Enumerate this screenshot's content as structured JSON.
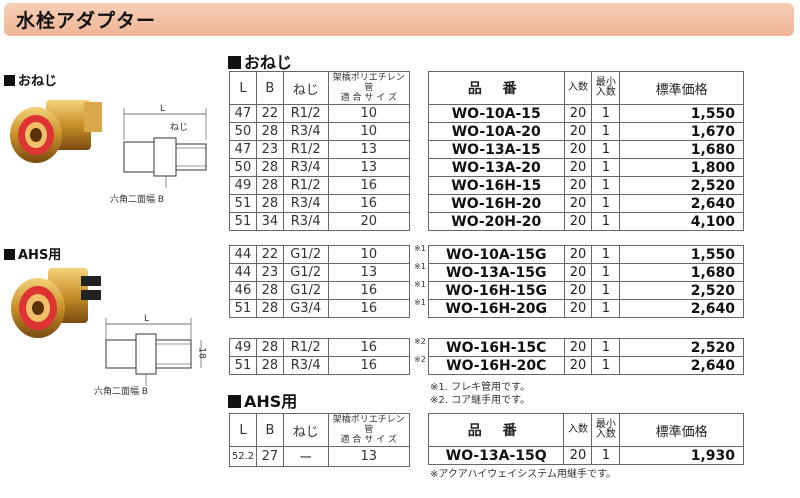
{
  "title": "水栓アダプター",
  "left": {
    "section1": "おねじ",
    "section2": "AHS用",
    "label_L": "L",
    "label_neji": "ねじ",
    "label_hex": "六角二面幅 B",
    "label_18": "18"
  },
  "headers": {
    "L": "L",
    "B": "B",
    "neji": "ねじ",
    "pipe1": "架橋ポリエチレン管",
    "pipe2": "適 合 サ イ ズ",
    "hinban": "品 番",
    "irisu": "入数",
    "min1": "最小",
    "min2": "入数",
    "price": "標準価格"
  },
  "onedji_title": "おねじ",
  "ahs_title": "AHS用",
  "group1": [
    {
      "L": "47",
      "B": "22",
      "neji": "R1/2",
      "size": "10",
      "mark": "",
      "pn": "WO-10A-15",
      "q": "20",
      "m": "1",
      "price": "1,550"
    },
    {
      "L": "50",
      "B": "28",
      "neji": "R3/4",
      "size": "10",
      "mark": "",
      "pn": "WO-10A-20",
      "q": "20",
      "m": "1",
      "price": "1,670"
    },
    {
      "L": "47",
      "B": "23",
      "neji": "R1/2",
      "size": "13",
      "mark": "",
      "pn": "WO-13A-15",
      "q": "20",
      "m": "1",
      "price": "1,680"
    },
    {
      "L": "50",
      "B": "28",
      "neji": "R3/4",
      "size": "13",
      "mark": "",
      "pn": "WO-13A-20",
      "q": "20",
      "m": "1",
      "price": "1,800"
    },
    {
      "L": "49",
      "B": "28",
      "neji": "R1/2",
      "size": "16",
      "mark": "",
      "pn": "WO-16H-15",
      "q": "20",
      "m": "1",
      "price": "2,520"
    },
    {
      "L": "51",
      "B": "28",
      "neji": "R3/4",
      "size": "16",
      "mark": "",
      "pn": "WO-16H-20",
      "q": "20",
      "m": "1",
      "price": "2,640"
    },
    {
      "L": "51",
      "B": "34",
      "neji": "R3/4",
      "size": "20",
      "mark": "",
      "pn": "WO-20H-20",
      "q": "20",
      "m": "1",
      "price": "4,100"
    }
  ],
  "group2": [
    {
      "L": "44",
      "B": "22",
      "neji": "G1/2",
      "size": "10",
      "mark": "※1",
      "pn": "WO-10A-15G",
      "q": "20",
      "m": "1",
      "price": "1,550"
    },
    {
      "L": "44",
      "B": "23",
      "neji": "G1/2",
      "size": "13",
      "mark": "※1",
      "pn": "WO-13A-15G",
      "q": "20",
      "m": "1",
      "price": "1,680"
    },
    {
      "L": "46",
      "B": "28",
      "neji": "G1/2",
      "size": "16",
      "mark": "※1",
      "pn": "WO-16H-15G",
      "q": "20",
      "m": "1",
      "price": "2,520"
    },
    {
      "L": "51",
      "B": "28",
      "neji": "G3/4",
      "size": "16",
      "mark": "※1",
      "pn": "WO-16H-20G",
      "q": "20",
      "m": "1",
      "price": "2,640"
    }
  ],
  "group3": [
    {
      "L": "49",
      "B": "28",
      "neji": "R1/2",
      "size": "16",
      "mark": "※2",
      "pn": "WO-16H-15C",
      "q": "20",
      "m": "1",
      "price": "2,520"
    },
    {
      "L": "51",
      "B": "28",
      "neji": "R3/4",
      "size": "16",
      "mark": "※2",
      "pn": "WO-16H-20C",
      "q": "20",
      "m": "1",
      "price": "2,640"
    }
  ],
  "notes": {
    "n1": "※1. フレキ管用です。",
    "n2": "※2. コア継手用です。",
    "n3": "※アクアハイウェイシステム用継手です。"
  },
  "ahs_row": {
    "L": "52.2",
    "B": "27",
    "neji": "ー",
    "size": "13",
    "pn": "WO-13A-15Q",
    "q": "20",
    "m": "1",
    "price": "1,930"
  }
}
